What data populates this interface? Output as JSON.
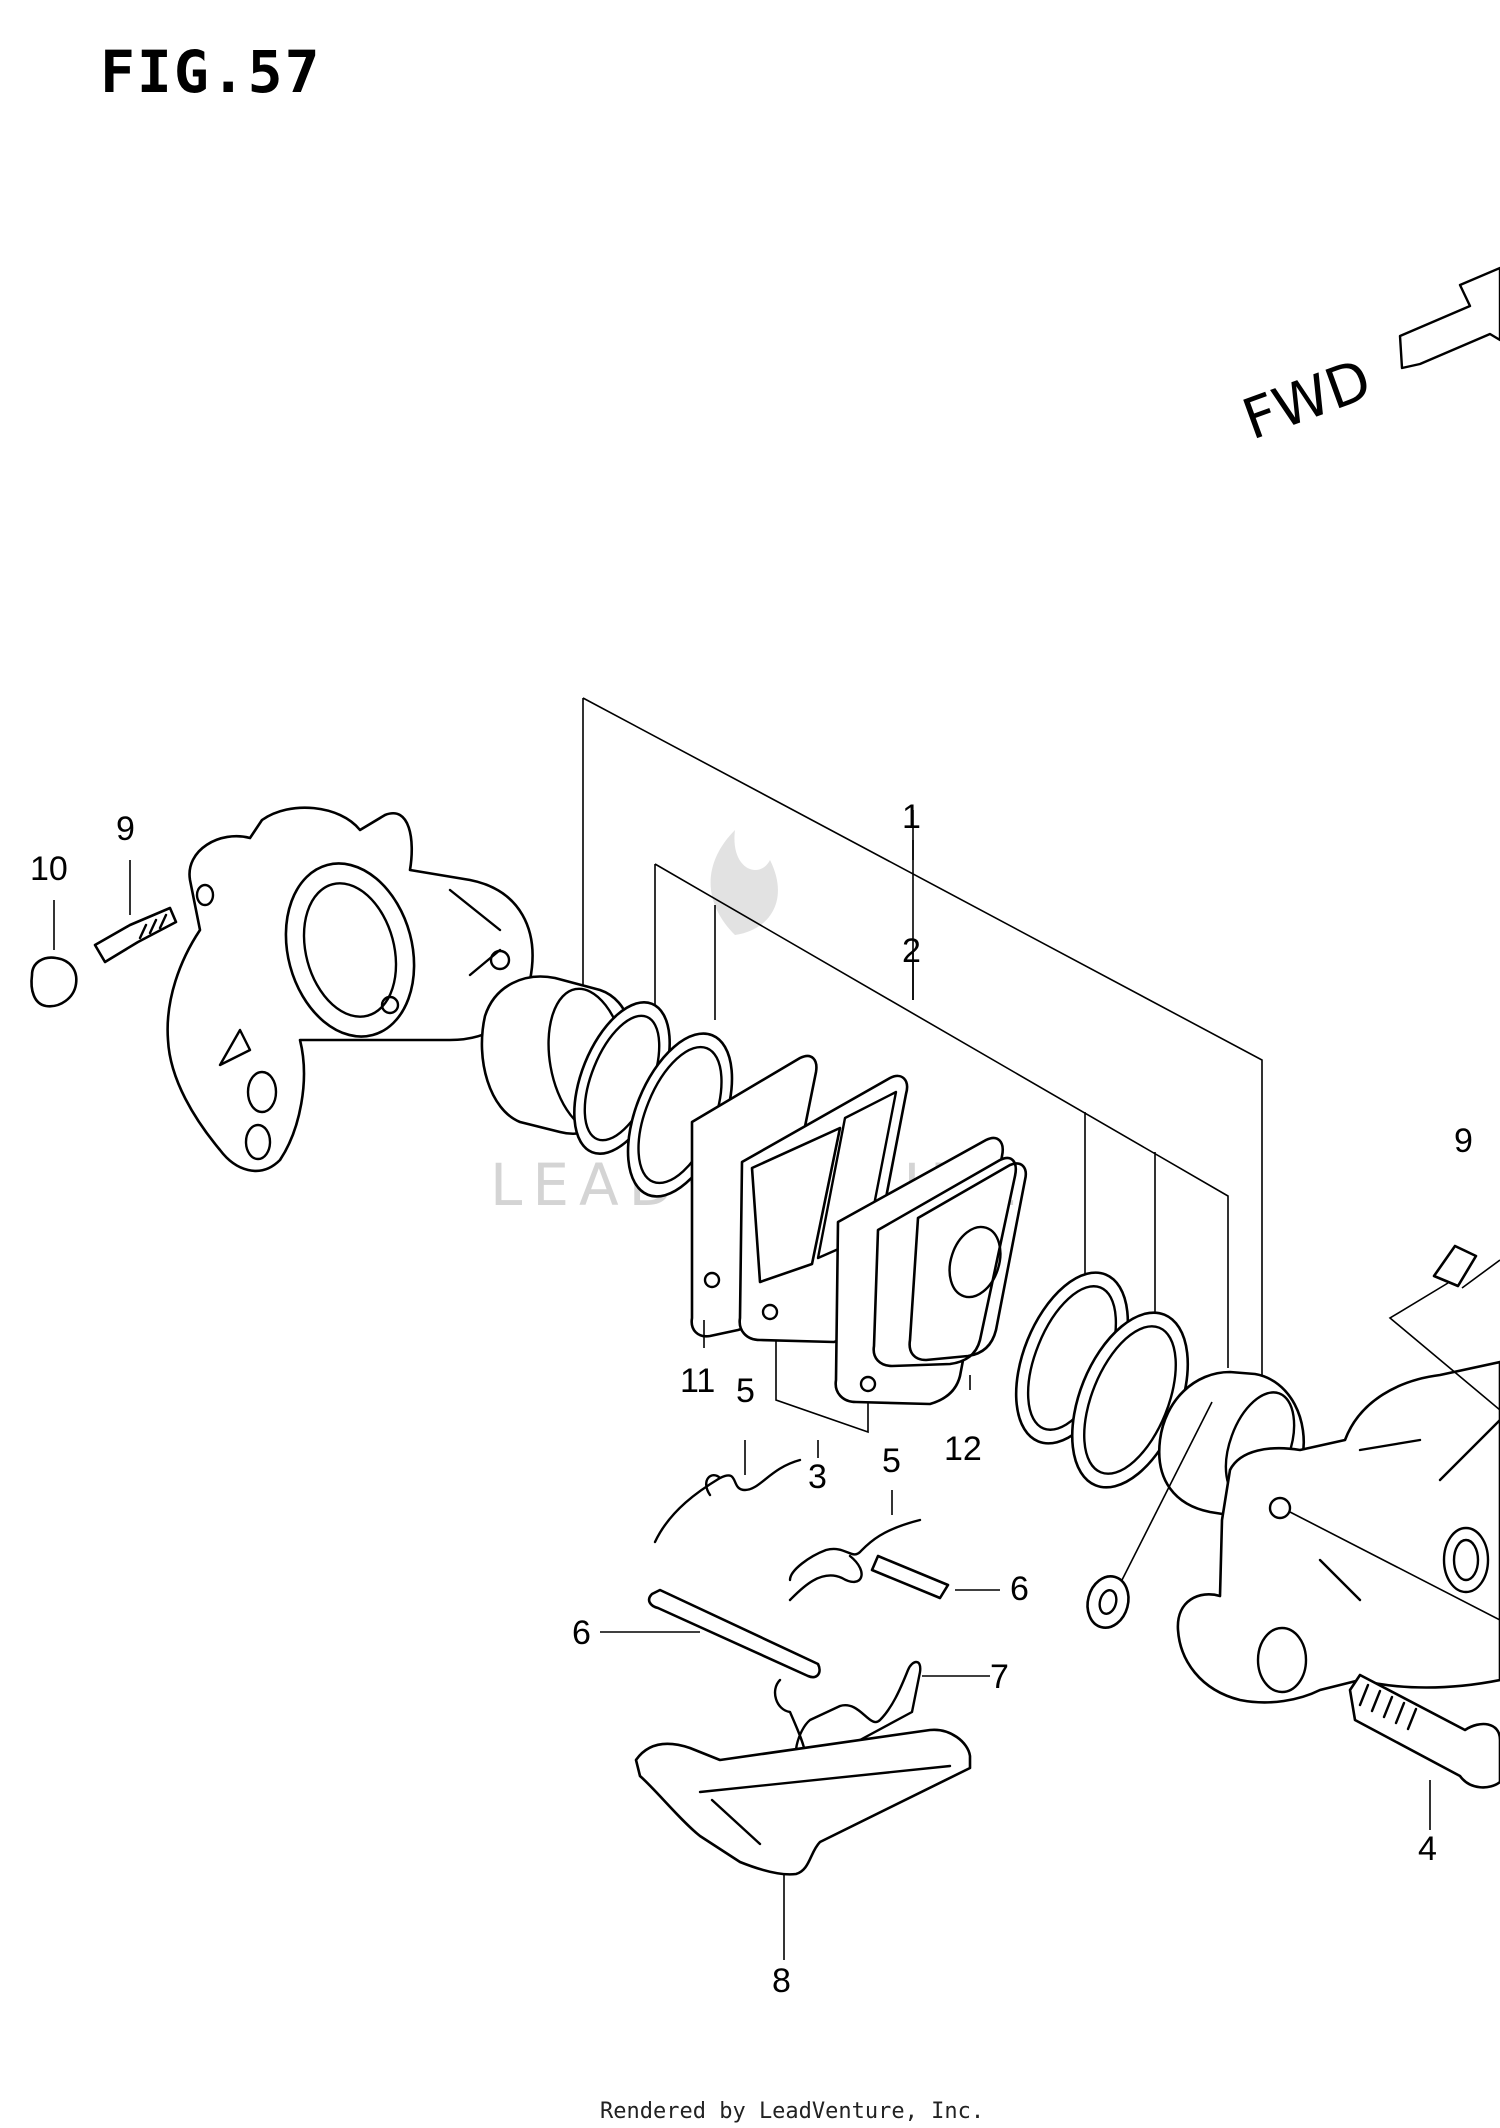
{
  "figure": {
    "title": "FIG.57",
    "direction_label": "FWD"
  },
  "watermark": {
    "brand": "LEADVENTURE"
  },
  "callouts": [
    {
      "id": "c1",
      "label": "1"
    },
    {
      "id": "c2",
      "label": "2"
    },
    {
      "id": "c3",
      "label": "3"
    },
    {
      "id": "c4",
      "label": "4"
    },
    {
      "id": "c5a",
      "label": "5"
    },
    {
      "id": "c5b",
      "label": "5"
    },
    {
      "id": "c6a",
      "label": "6"
    },
    {
      "id": "c6b",
      "label": "6"
    },
    {
      "id": "c7",
      "label": "7"
    },
    {
      "id": "c8",
      "label": "8"
    },
    {
      "id": "c9a",
      "label": "9"
    },
    {
      "id": "c9b",
      "label": "9"
    },
    {
      "id": "c10",
      "label": "10"
    },
    {
      "id": "c11",
      "label": "11"
    },
    {
      "id": "c12",
      "label": "12"
    }
  ],
  "footer": {
    "text": "Rendered by LeadVenture, Inc."
  }
}
